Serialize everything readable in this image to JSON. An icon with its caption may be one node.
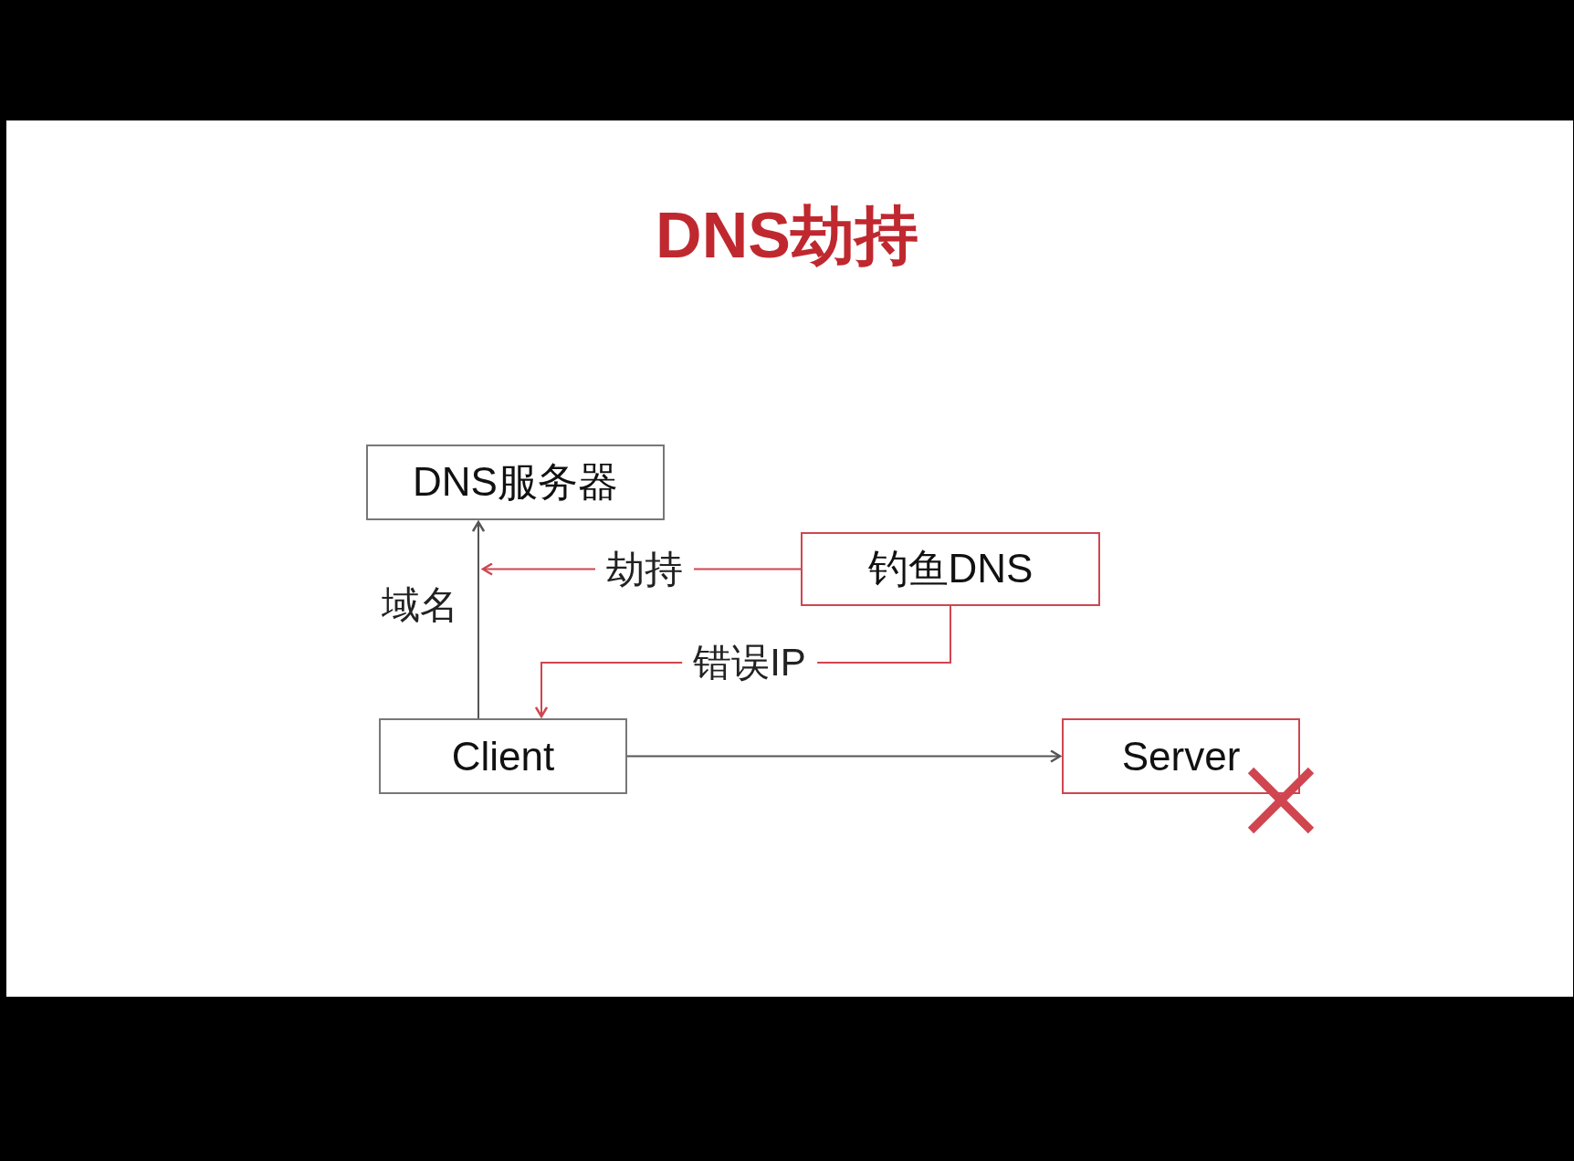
{
  "diagram": {
    "title": "DNS劫持",
    "nodes": [
      {
        "text": [
          "DNS服务器"
        ]
      },
      {
        "text": [
          "Client"
        ]
      },
      {
        "text": [
          "钓鱼DNS"
        ]
      },
      {
        "text": [
          "Server"
        ]
      }
    ],
    "edges": [
      {
        "from": 1,
        "to": 0,
        "arrow": "to",
        "label": "域名"
      },
      {
        "from": 2,
        "to": 0,
        "arrow": "to",
        "label": "劫持",
        "color": "#d0454f"
      },
      {
        "from": 2,
        "to": 1,
        "arrow": "to",
        "label": "错误IP",
        "color": "#d0454f"
      },
      {
        "from": 1,
        "to": 3,
        "arrow": "to"
      }
    ]
  }
}
